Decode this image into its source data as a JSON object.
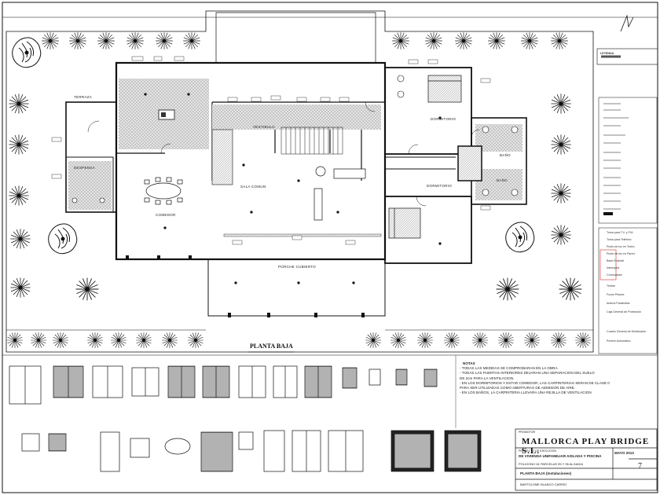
{
  "plan": {
    "title": "PLANTA BAJA",
    "rooms": {
      "sala_comun": "SALA COMUN",
      "comedor": "COMEDOR",
      "dormitorio_1": "DORMITORIO",
      "dormitorio_2": "DORMITORIO",
      "porche": "PORCHE CUBIERTO",
      "vestibulo": "VESTIBULO",
      "bano_1": "BAÑO",
      "bano_2": "BAÑO",
      "terraza": "TERRAZA",
      "despensa": "DESPENSA"
    }
  },
  "notes": {
    "heading": "NOTAS",
    "lines": [
      "- TODAS LAS MEDIDAS SE COMPROBARAN EN LA OBRA.",
      "- TODAS LAS PUERTAS INTERIORES DEJARAN UNA SEPARACION DEL SUELO",
      "  DE 2cm PARA LA VENTILACION.",
      "- EN LOS DORMITORIOS Y ESTAR COMEDOR, LAS CARPINTERIAS SERAN DE CLASE 0",
      "  PARA SER UTILIZADAS COMO ABERTURAS DE ADMISION DE AIRE.",
      "- EN LOS BAÑOS, LA CARPINTERIA LLEVARA UNA REJILLA DE VENTILACION"
    ]
  },
  "title_block": {
    "promotor_label": "PROMOTOR",
    "company": "MALLORCA PLAY BRIDGE S.L.",
    "project_label": "PROYECTO DE EJECUCION",
    "project_line1": "DE VIVIENDA UNIFAMILIAR AISLADA Y PISCINA",
    "project_line2": "POLIGONO 61  PARCELAS 95 Y 96  ALGAIDA",
    "date": "MAYO 2013",
    "sheet_number": "7",
    "drawing": "PLANTA BAJA (Instalaciones)",
    "author": "BARTOLOME BLANCO CARRIO"
  },
  "legend": {
    "title": "LEYENDA",
    "items": [
      "Toma para T.V. y F.M.",
      "Toma para Teléfono",
      "Punto de luz en Techo",
      "Punto de luz en Pared",
      "Base Enchufe",
      "Interruptor",
      "Conmutador",
      "Timbre",
      "Focos Piscina",
      "Antena Parabólica",
      "Caja General de Protección",
      "Cuadro General de Distribución",
      "Portero Automático"
    ]
  },
  "colors": {
    "line": "#1a1a1a",
    "hatch": "#7a7a7a",
    "highlight": "#d94a4a"
  }
}
